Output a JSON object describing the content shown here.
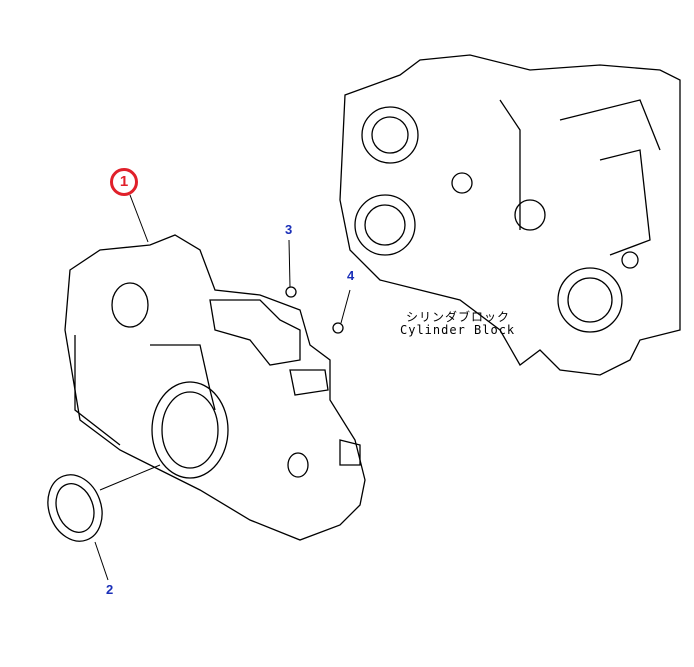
{
  "callouts": {
    "part1": "1",
    "part2": "2",
    "part3": "3",
    "part4": "4"
  },
  "cylinder_block": {
    "label_jp": "シリンダブロック",
    "label_en": "Cylinder Block"
  },
  "colors": {
    "main_callout": "#e0202a",
    "callout": "#1a2fb8",
    "line": "#000000"
  }
}
